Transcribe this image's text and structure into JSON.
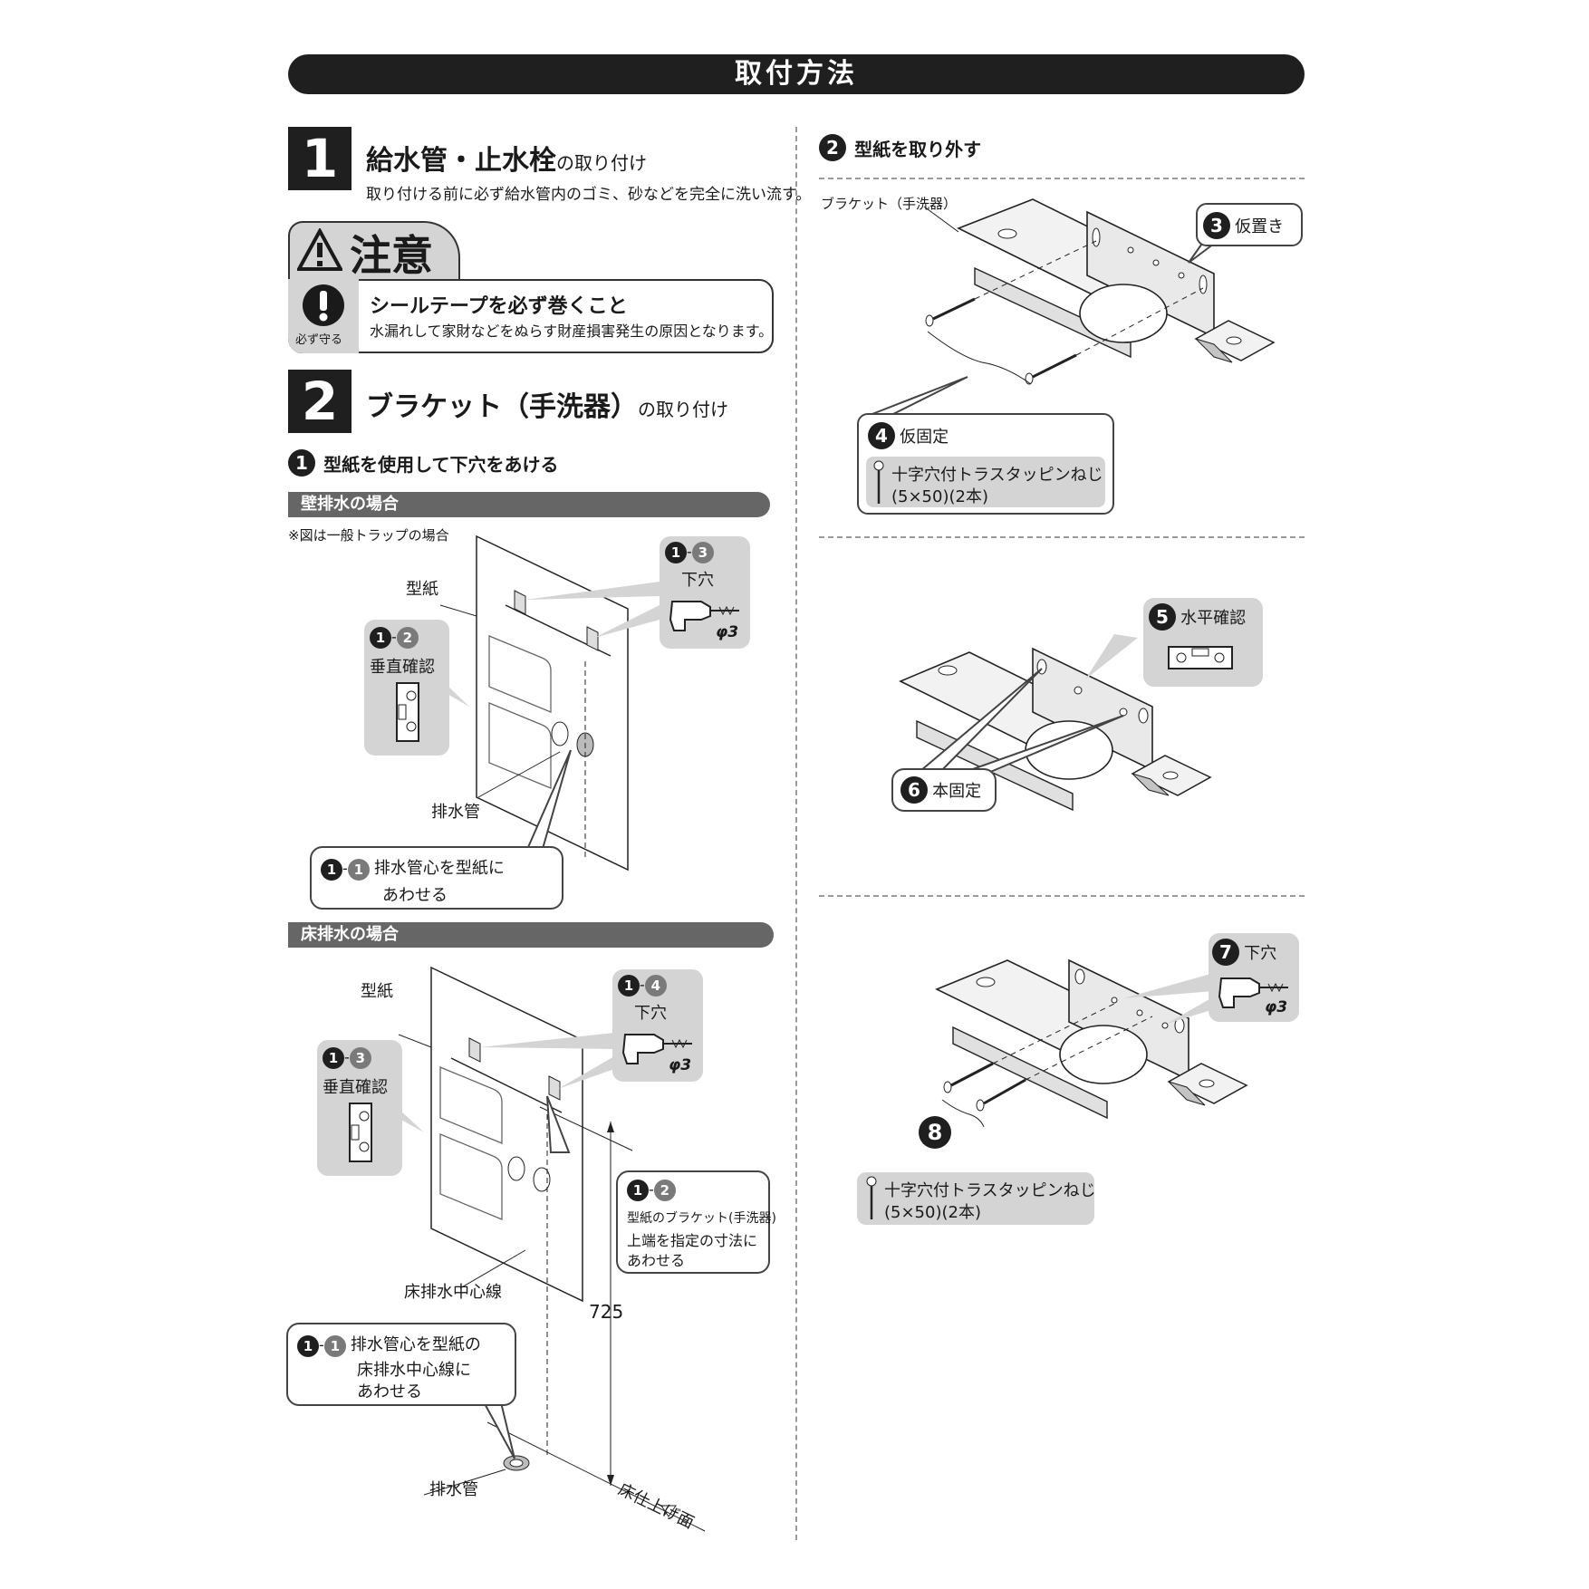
{
  "header": {
    "title": "取付方法"
  },
  "step1": {
    "number": "1",
    "title_bold": "給水管・止水栓",
    "title_small": "の取り付け",
    "note": "取り付ける前に必ず給水管内のゴミ、砂などを完全に洗い流す。"
  },
  "caution": {
    "title": "注意",
    "icon_caption": "必ず守る",
    "headline": "シールテープを必ず巻くこと",
    "detail": "水漏れして家財などをぬらす財産損害発生の原因となります。"
  },
  "step2": {
    "number": "2",
    "title_bold": "ブラケット（手洗器）",
    "title_small": "の取り付け",
    "sub1_num": "1",
    "sub1_text": "型紙を使用して下穴をあける"
  },
  "wall_section": {
    "bar": "壁排水の場合",
    "note": "※図は一般トラップの場合",
    "template_label": "型紙",
    "pipe_label": "排水管",
    "c13": {
      "a": "1",
      "b": "3",
      "text": "下穴",
      "size": "φ3"
    },
    "c12": {
      "a": "1",
      "b": "2",
      "text": "垂直確認"
    },
    "c11": {
      "a": "1",
      "b": "1",
      "line1": "排水管心を型紙に",
      "line2": "あわせる"
    }
  },
  "floor_section": {
    "bar": "床排水の場合",
    "template_label": "型紙",
    "center_line_label": "床排水中心線",
    "pipe_label": "排水管",
    "dimension": "725",
    "floor_label": "床仕上げ面",
    "c14": {
      "a": "1",
      "b": "4",
      "text": "下穴",
      "size": "φ3"
    },
    "c13": {
      "a": "1",
      "b": "3",
      "text": "垂直確認"
    },
    "c12": {
      "a": "1",
      "b": "2",
      "line1": "型紙のブラケット(手洗器)",
      "line2": "上端を指定の寸法に",
      "line3": "あわせる"
    },
    "c11": {
      "a": "1",
      "b": "1",
      "line1": "排水管心を型紙の",
      "line2": "床排水中心線に",
      "line3": "あわせる"
    }
  },
  "right": {
    "sub2_num": "2",
    "sub2_text": "型紙を取り外す",
    "bracket_label": "ブラケット（手洗器）",
    "s3": {
      "num": "3",
      "text": "仮置き"
    },
    "s4": {
      "num": "4",
      "text": "仮固定",
      "screw_line1": "十字穴付トラスタッピンねじ",
      "screw_line2": "(5×50)(2本)"
    },
    "s5": {
      "num": "5",
      "text": "水平確認"
    },
    "s6": {
      "num": "6",
      "text": "本固定"
    },
    "s7": {
      "num": "7",
      "text": "下穴",
      "size": "φ3"
    },
    "s8": {
      "num": "8",
      "screw_line1": "十字穴付トラスタッピンねじ",
      "screw_line2": "(5×50)(2本)"
    }
  }
}
